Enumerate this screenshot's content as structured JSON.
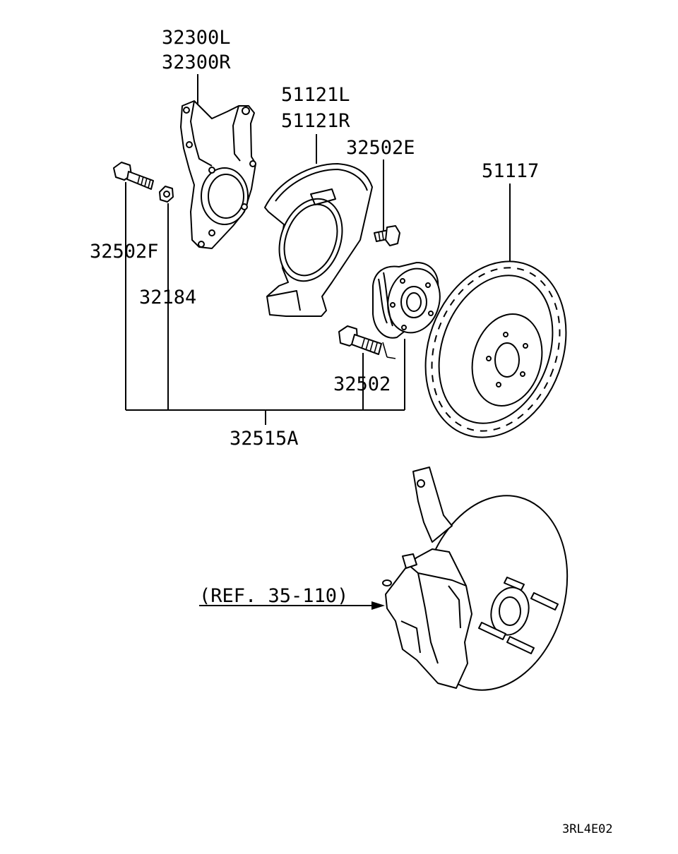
{
  "labels": {
    "knuckle_left": "32300L",
    "knuckle_right": "32300R",
    "dust_cover_left": "51121L",
    "dust_cover_right": "51121R",
    "hub_bolt_e": "32502E",
    "brake_disc": "51117",
    "bolt_f": "32502F",
    "nut": "32184",
    "hub_bolt": "32502",
    "hub_assembly": "32515A",
    "caliper_reference": "(REF. 35-110)",
    "diagram_code": "3RL4E02"
  }
}
